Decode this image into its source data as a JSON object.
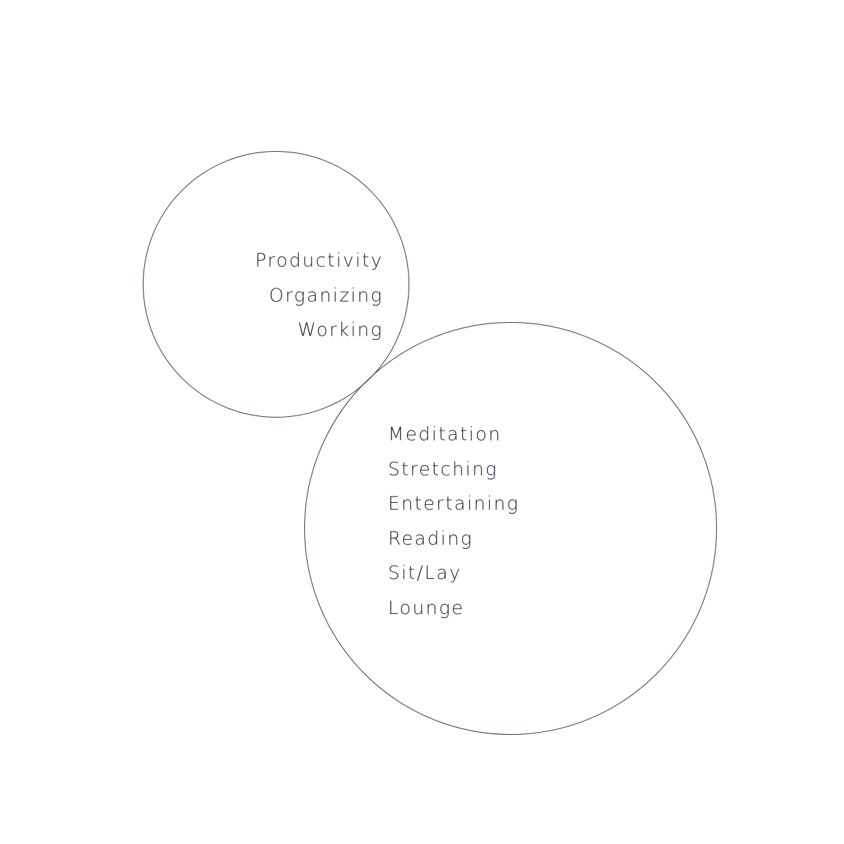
{
  "diagram": {
    "colors": {
      "background": "#ffffff",
      "stroke": "#2b3440",
      "text": "#1f2530"
    },
    "small_circle": {
      "items": [
        "Productivity",
        "Organizing",
        "Working"
      ]
    },
    "large_circle": {
      "items": [
        "Meditation",
        "Stretching",
        "Entertaining",
        "Reading",
        "Sit/Lay",
        "Lounge"
      ]
    }
  }
}
